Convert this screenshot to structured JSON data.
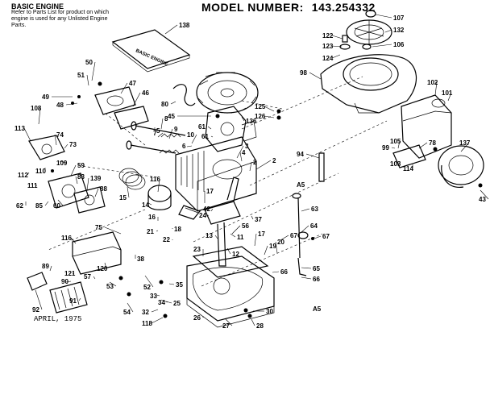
{
  "header": {
    "title": "BASIC ENGINE",
    "note": "Refer to Parts List for product on which engine is used for any Unlisted Engine Parts.",
    "model_label": "MODEL NUMBER:",
    "model_number": "143.254332"
  },
  "footer": {
    "date": "APRIL, 1975"
  },
  "manual_text": "BASIC ENGINE",
  "section_marks": [
    "A5",
    "A5"
  ],
  "callouts": [
    "107",
    "132",
    "122",
    "123",
    "124",
    "106",
    "138",
    "98",
    "102",
    "101",
    "50",
    "51",
    "47",
    "49",
    "48",
    "46",
    "80",
    "108",
    "125",
    "126",
    "136",
    "45",
    "61",
    "8",
    "5",
    "9",
    "61",
    "7",
    "10",
    "6",
    "2",
    "3",
    "4",
    "113",
    "74",
    "73",
    "109",
    "110",
    "112",
    "111",
    "62",
    "85",
    "60",
    "59",
    "83",
    "139",
    "88",
    "15",
    "116",
    "14",
    "17",
    "16",
    "24",
    "42",
    "37",
    "21",
    "18",
    "22",
    "23",
    "13",
    "11",
    "12",
    "56",
    "17",
    "19",
    "20",
    "67",
    "75",
    "116",
    "66",
    "89",
    "120",
    "121",
    "90",
    "92",
    "91",
    "57",
    "53",
    "38",
    "52",
    "33",
    "34",
    "35",
    "32",
    "118",
    "54",
    "25",
    "26",
    "27",
    "28",
    "30",
    "94",
    "63",
    "64",
    "67",
    "65",
    "66",
    "114",
    "103",
    "78",
    "99",
    "105",
    "137",
    "43",
    "2"
  ]
}
